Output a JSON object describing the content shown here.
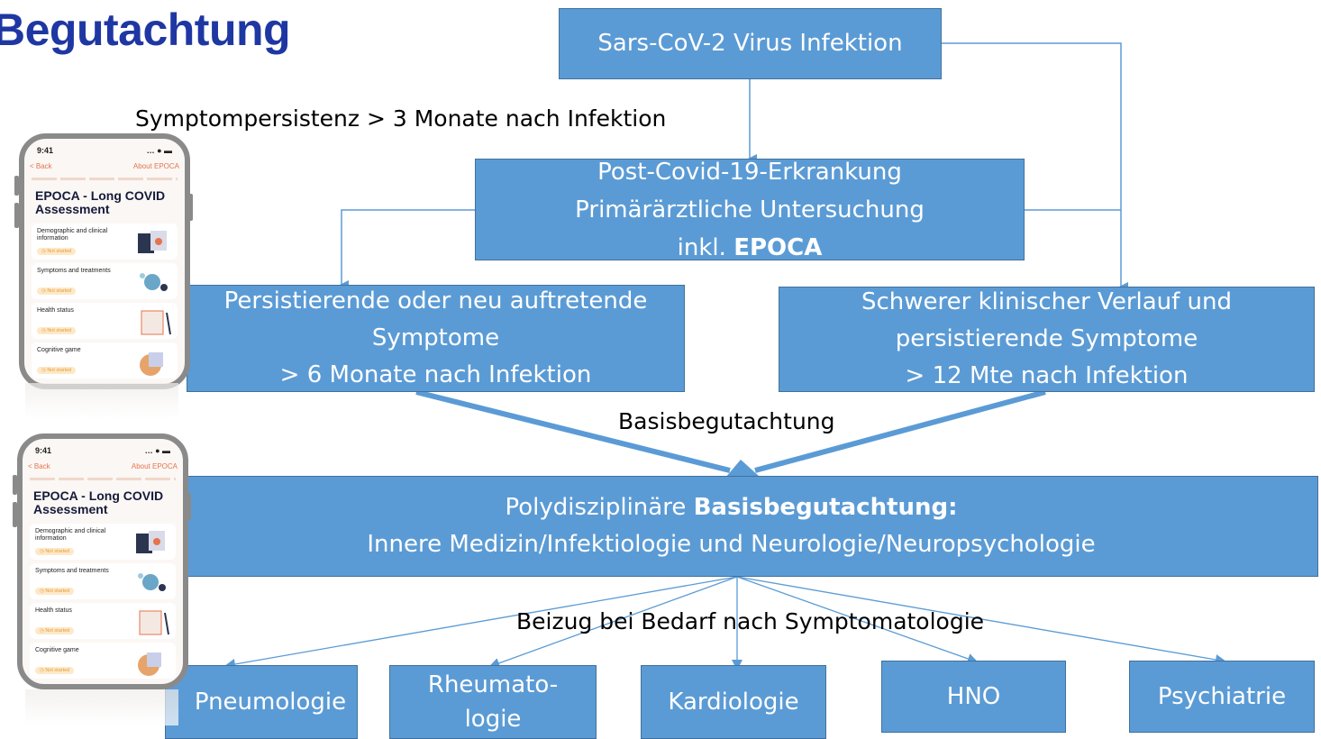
{
  "title": "Begutachtung",
  "nodes": {
    "infection": "Sars-CoV-2 Virus Infektion",
    "post_covid": {
      "line1": "Post-Covid-19-Erkrankung",
      "line2": "Primärärztliche Untersuchung",
      "line3_prefix": "inkl. ",
      "line3_bold": "EPOCA"
    },
    "persistent": {
      "line1": "Persistierende oder neu auftretende",
      "line2": "Symptome",
      "line3": "> 6 Monate nach Infektion"
    },
    "severe": {
      "line1": "Schwerer klinischer Verlauf und",
      "line2": "persistierende Symptome",
      "line3": "> 12 Mte nach Infektion"
    },
    "basis": {
      "line1_prefix": "Polydisziplinäre ",
      "line1_bold": "Basisbegutachtung:",
      "line2": "Innere Medizin/Infektiologie und Neurologie/Neuropsychologie"
    },
    "specialties": [
      {
        "line1": "Pneumologie",
        "line2": ""
      },
      {
        "line1": "Rheumato-",
        "line2": "logie"
      },
      {
        "line1": "Kardiologie",
        "line2": ""
      },
      {
        "line1": "HNO",
        "line2": ""
      },
      {
        "line1": "Psychiatrie",
        "line2": ""
      }
    ]
  },
  "labels": {
    "persistence": "Symptompersistenz > 3 Monate nach Infektion",
    "basis": "Basisbegutachtung",
    "referral": "Beizug bei Bedarf nach Symptomatologie"
  },
  "phone": {
    "time": "9:41",
    "signal": "… ● ▬",
    "back": "< Back",
    "about": "About EPOCA",
    "app_title": "EPOCA - Long COVID Assessment",
    "cards": [
      {
        "title": "Demographic and clinical information",
        "badge": "◷ Not started"
      },
      {
        "title": "Symptoms and treatments",
        "badge": "◷ Not started"
      },
      {
        "title": "Health status",
        "badge": "◷ Not started"
      },
      {
        "title": "Cognitive game",
        "badge": "◷ Not started"
      }
    ]
  },
  "colors": {
    "box_fill": "#5b9bd5",
    "box_border": "#41719c",
    "title": "#1f37a3",
    "accent": "#e6734e"
  }
}
